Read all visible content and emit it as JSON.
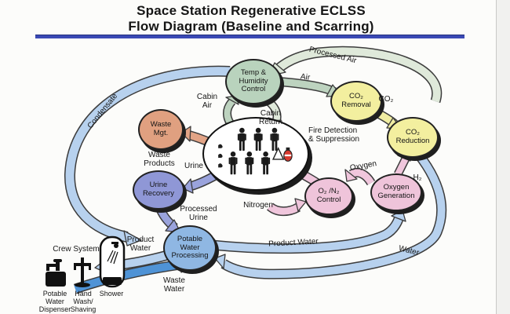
{
  "title": {
    "line1": "Space Station Regenerative ECLSS",
    "line2": "Flow Diagram (Baseline and Scarring)"
  },
  "nodes": {
    "temp_humidity": "Temp &\nHumidity\nControl",
    "co2_removal": "CO₂\nRemoval",
    "co2_reduction": "CO₂\nReduction",
    "waste_mgt": "Waste\nMgt.",
    "urine_recovery": "Urine\nRecovery",
    "o2n2_control": "O₂ /N₂\nControl",
    "oxygen_generation": "Oxygen\nGeneration",
    "potable_water_processing": "Potable\nWater\nProcessing"
  },
  "cabin": {
    "fire_label": "Fire Detection\n& Suppression"
  },
  "flow_labels": {
    "processed_air": "Processed Air",
    "air": "Air",
    "cabin_air": "Cabin\nAir",
    "cabin_return": "Cabin\nReturn",
    "co2": "CO₂",
    "condensate": "Condensate",
    "waste_products": "Waste\nProducts",
    "urine": "Urine",
    "processed_urine": "Processed\nUrine",
    "oxygen": "Oxygen",
    "h2": "H₂",
    "nitrogen": "Nitrogen",
    "product_water_left": "Product\nWater",
    "product_water_band": "Product Water",
    "water_band": "Water",
    "waste_water": "Waste\nWater"
  },
  "crew_system": {
    "heading": "Crew System",
    "potable_dispenser": "Potable\nWater\nDispenser",
    "hand_wash": "Hand\nWash/\nShaving",
    "shower": "Shower"
  },
  "colors": {
    "rule_blue": "#3a49b5",
    "outline": "#3c3c3c",
    "green_node": "#b9d3bd",
    "green_arrow": "#bdd3bf",
    "pale_green_arrow": "#dfe9da",
    "yellow_node": "#f3ef9f",
    "yellow_arrow": "#f0eda2",
    "salmon_node": "#e0a080",
    "salmon_arrow": "#e2a486",
    "periwinkle_node": "#8f97d6",
    "periwinkle_arrow": "#9aa3dc",
    "pink_node": "#efc4da",
    "pink_arrow": "#f0c6dc",
    "blue_node": "#8fb7e3",
    "blue_band": "#b7d1ee",
    "dark_blue_arrow": "#4f93d6",
    "extinguisher_red": "#d83a30"
  }
}
